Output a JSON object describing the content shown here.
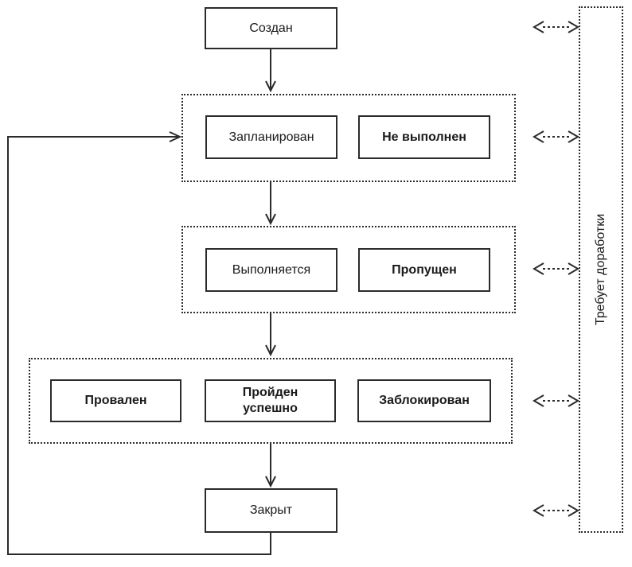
{
  "diagram": {
    "nodes": {
      "created": "Создан",
      "planned": "Запланирован",
      "not_executed": "Не выполнен",
      "in_progress": "Выполняется",
      "skipped": "Пропущен",
      "failed": "Провален",
      "passed": "Пройден успешно",
      "blocked": "Заблокирован",
      "closed": "Закрыт",
      "needs_rework": "Требует доработки"
    },
    "colors": {
      "line": "#2b2b2b",
      "background": "#ffffff"
    }
  }
}
